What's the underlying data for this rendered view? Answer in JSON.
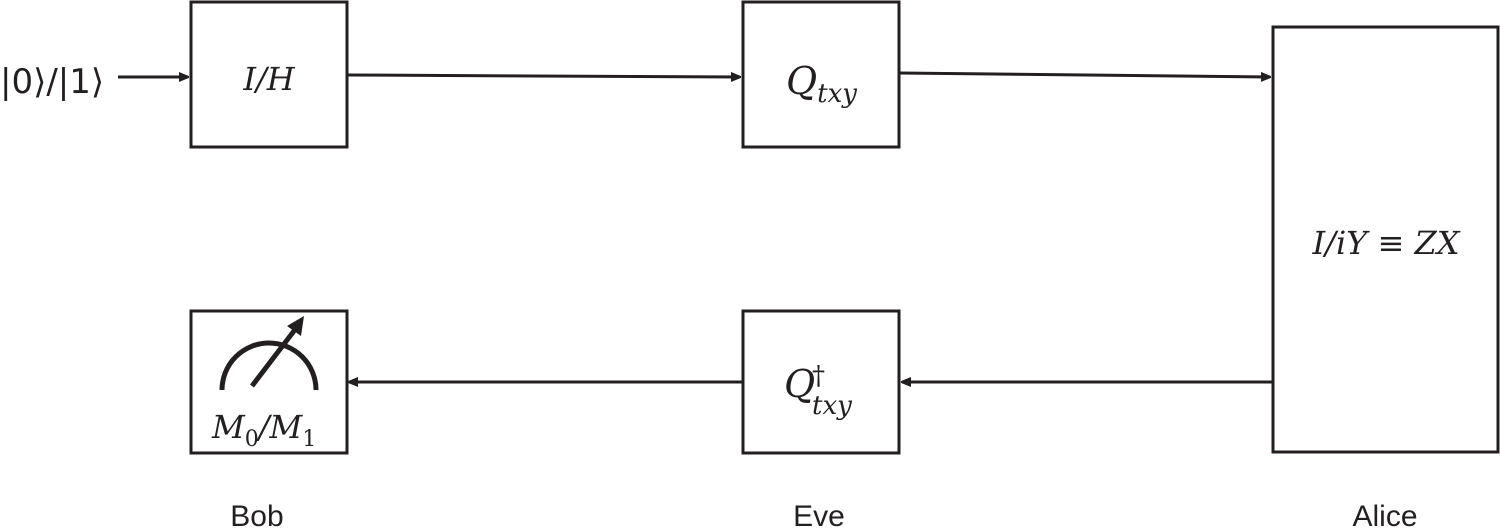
{
  "diagram": {
    "input_state": "|0⟩/|1⟩",
    "gates": {
      "ih": {
        "label": "I/H"
      },
      "q": {
        "base": "Q",
        "subscript": "txy"
      },
      "alice": {
        "label": "I/iY ≡ ZX"
      },
      "q_dagger": {
        "base": "Q",
        "superscript": "†",
        "subscript": "txy"
      },
      "measure": {
        "base1": "M",
        "sub1": "0",
        "sep": "/",
        "base2": "M",
        "sub2": "1"
      }
    },
    "parties": {
      "bob": "Bob",
      "eve": "Eve",
      "alice": "Alice"
    },
    "colors": {
      "stroke": "#231f20",
      "background": "#ffffff"
    }
  }
}
